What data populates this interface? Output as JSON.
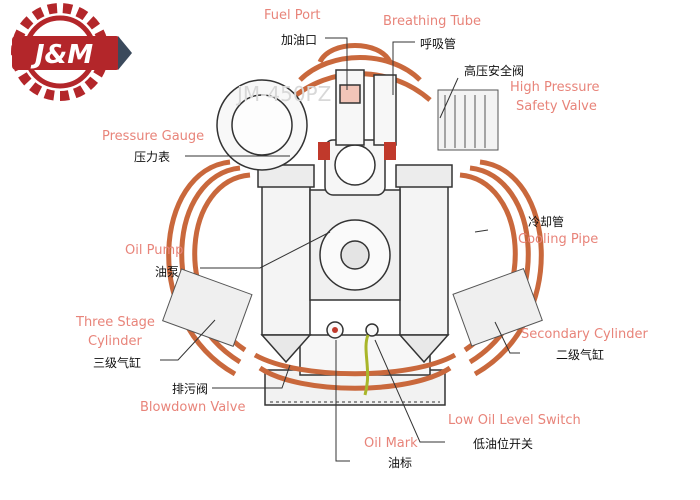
{
  "logo": {
    "text": "J&M",
    "accent": "#b3262a",
    "dark": "#3b4a5c"
  },
  "watermark": "JM-450PZ",
  "colors": {
    "english_label": "#e8847a",
    "chinese_label": "#111111",
    "copper": "#c9683c",
    "leader": "#333333",
    "oil": "#a9b62a"
  },
  "labels": {
    "fuel_port": {
      "en": "Fuel Port",
      "zh": "加油口"
    },
    "breathing_tube": {
      "en": "Breathing Tube",
      "zh": "呼吸管"
    },
    "high_pressure_safety_valve": {
      "en_line1": "High Pressure",
      "en_line2": "Safety Valve",
      "zh": "高压安全阀"
    },
    "pressure_gauge": {
      "en": "Pressure Gauge",
      "zh": "压力表"
    },
    "cooling_pipe": {
      "en": "Cooling Pipe",
      "zh": "冷却管"
    },
    "oil_pump": {
      "en": "Oil Pump",
      "zh": "油泵"
    },
    "three_stage_cylinder": {
      "en_line1": "Three Stage",
      "en_line2": "Cylinder",
      "zh": "三级气缸"
    },
    "secondary_cylinder": {
      "en": "Secondary Cylinder",
      "zh": "二级气缸"
    },
    "blowdown_valve": {
      "en": "Blowdown Valve",
      "zh": "排污阀"
    },
    "low_oil_level_switch": {
      "en": "Low Oil Level Switch",
      "zh": "低油位开关"
    },
    "oil_mark": {
      "en": "Oil Mark",
      "zh": "油标"
    }
  }
}
